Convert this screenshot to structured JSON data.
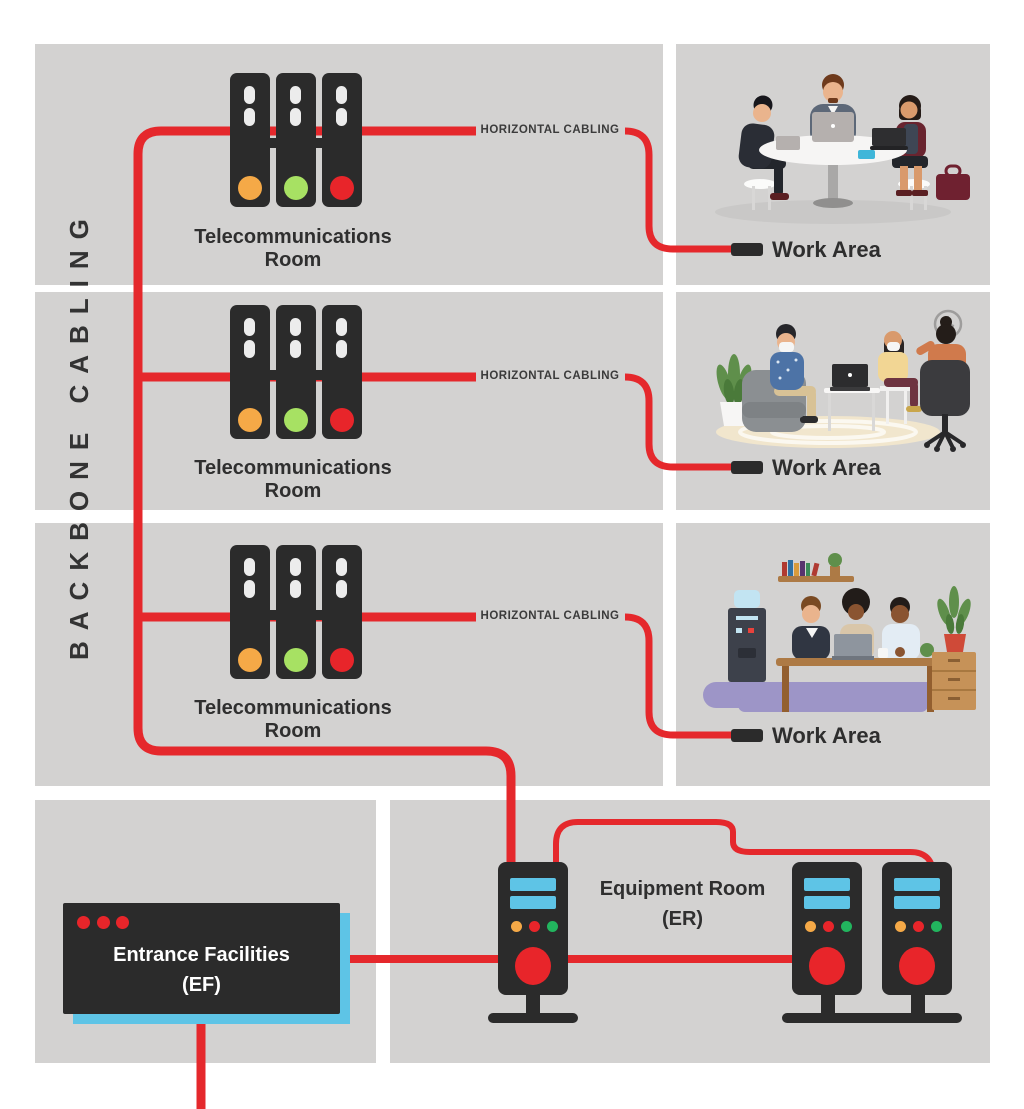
{
  "backbone_label": "BACKBONE CABLING",
  "rows": [
    {
      "room_line1": "Telecommunications",
      "room_line2": "Room",
      "cable_label": "HORIZONTAL CABLING",
      "area_label": "Work Area"
    },
    {
      "room_line1": "Telecommunications",
      "room_line2": "Room",
      "cable_label": "HORIZONTAL CABLING",
      "area_label": "Work Area"
    },
    {
      "room_line1": "Telecommunications",
      "room_line2": "Room",
      "cable_label": "HORIZONTAL CABLING",
      "area_label": "Work Area"
    }
  ],
  "entrance": {
    "line1": "Entrance Facilities",
    "line2": "(EF)"
  },
  "equipment": {
    "line1": "Equipment Room",
    "line2": "(ER)"
  },
  "colors": {
    "panel_gray": "#d3d2d1",
    "cable_red": "#e5282c",
    "device_dark": "#2b2b2b",
    "accent_cyan": "#5ec4e6",
    "lamp_orange": "#f5a947",
    "lamp_green": "#a7e163",
    "lamp_red": "#e8252a",
    "status_green": "#22b55e"
  }
}
